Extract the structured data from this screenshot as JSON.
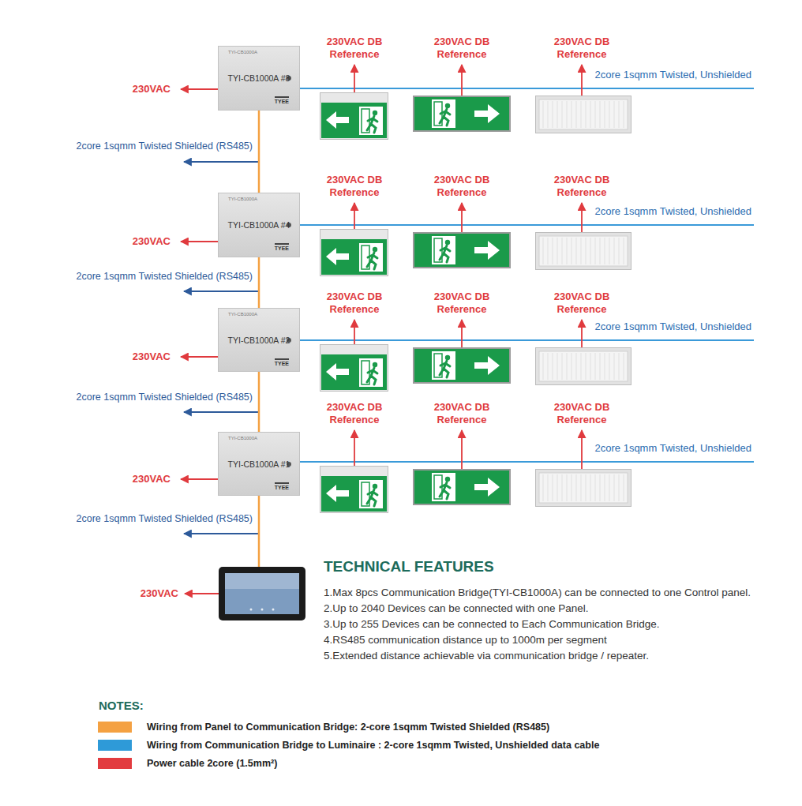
{
  "diagram": {
    "nodes": [
      {
        "text": [
          "TYI-CB1000A",
          "TYI-CB1000A #8",
          "TYEE"
        ]
      },
      {
        "text": [
          "TYI-CB1000A",
          "TYI-CB1000A #4",
          "TYEE"
        ]
      },
      {
        "text": [
          "TYI-CB1000A",
          "TYI-CB1000A #2",
          "TYEE"
        ]
      },
      {
        "text": [
          "TYI-CB1000A",
          "TYI-CB1000A #1",
          "TYEE"
        ]
      }
    ],
    "edges": [
      {
        "from": 0,
        "to": 1,
        "arrow": "none"
      },
      {
        "from": 1,
        "to": 2,
        "arrow": "none"
      },
      {
        "from": 2,
        "to": 3,
        "arrow": "none"
      }
    ],
    "labels": [
      "230VAC DB Reference",
      "230VAC DB Reference",
      "230VAC DB Reference",
      "2core 1sqmm Twisted, Unshielded",
      "230VAC",
      "2core 1sqmm Twisted Shielded (RS485)",
      "230VAC DB Reference",
      "230VAC DB Reference",
      "230VAC DB Reference",
      "2core 1sqmm Twisted, Unshielded",
      "230VAC",
      "2core 1sqmm Twisted Shielded (RS485)",
      "230VAC DB Reference",
      "230VAC DB Reference",
      "230VAC DB Reference",
      "2core 1sqmm Twisted, Unshielded",
      "230VAC",
      "2core 1sqmm Twisted Shielded (RS485)",
      "230VAC DB Reference",
      "230VAC DB Reference",
      "230VAC DB Reference",
      "2core 1sqmm Twisted, Unshielded",
      "230VAC",
      "2core 1sqmm Twisted Shielded (RS485)",
      "230VAC",
      "TECHNICAL FEATURES",
      "1.Max 8pcs Communication Bridge(TYI-CB1000A) can be connected to one Control panel.",
      "2.Up to 2040 Devices can be connected with one Panel.",
      "3.Up to 255 Devices can be connected to Each Communication Bridge.",
      "4.RS485 communication distance up to 1000m per segment",
      "5.Extended distance achievable via communication bridge / repeater.",
      "NOTES:"
    ],
    "legend": [
      {
        "text": "Wiring from Panel to Communication Bridge: 2-core 1sqmm Twisted Shielded (RS485)",
        "color": "#f4a142"
      },
      {
        "text": "Wiring from Communication Bridge to Luminaire : 2-core 1sqmm Twisted, Unshielded data cable",
        "color": "#2e9ad8"
      },
      {
        "text": "Power cable 2core (1.5mm²)",
        "color": "#e23b3f"
      }
    ]
  }
}
